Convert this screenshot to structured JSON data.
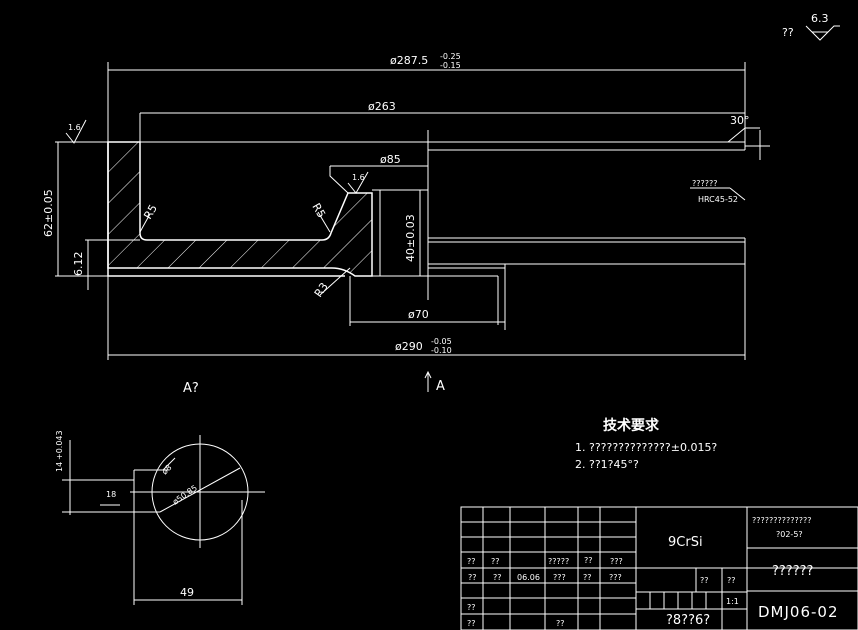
{
  "roughness": {
    "symbol": "6.3",
    "prefix": "??"
  },
  "dims": {
    "d287": "ø287.5",
    "d287_tol_top": "-0.25",
    "d287_tol_bot": "-0.15",
    "d263": "ø263",
    "d85": "ø85",
    "d70": "ø70",
    "d290": "ø290",
    "d290_tol_top": "-0.05",
    "d290_tol_bot": "-0.10",
    "h62": "62±0.05",
    "h612": "6.12",
    "h40": "40±0.03",
    "r5a": "R5",
    "r5b": "R5",
    "r3": "R3",
    "angle30": "30°",
    "rough16a": "1.6",
    "rough16b": "1.6",
    "hardness_label": "??????",
    "hardness": "HRC45-52",
    "section_a_label": "A",
    "view_a_title": "A?",
    "d14": "14",
    "d14_tol": "+0.043",
    "d18": "18",
    "d49": "49",
    "d8": "ø8",
    "d5085": "ø50.85"
  },
  "tech_req": {
    "title": "技术要求",
    "item1": "1. ??????????????±0.015?",
    "item2": "2. ??1?45°?"
  },
  "title_block": {
    "material": "9CrSi",
    "name_top": "??????????????",
    "name_bottom": "?02-5?",
    "part_name": "??????",
    "drawing_no": "DMJ06-02",
    "scale": "1:1",
    "sheet": "?8??6?",
    "cells": {
      "c1": "??",
      "c2": "??",
      "c3": "?????",
      "c4": "??",
      "c5": "???",
      "c6": "??",
      "c7": "??",
      "c8": "06.06",
      "c9": "???",
      "c10": "??",
      "c11": "???",
      "c12": "??",
      "c13": "??",
      "c14": "??",
      "c15": "??",
      "c16": "??"
    }
  }
}
